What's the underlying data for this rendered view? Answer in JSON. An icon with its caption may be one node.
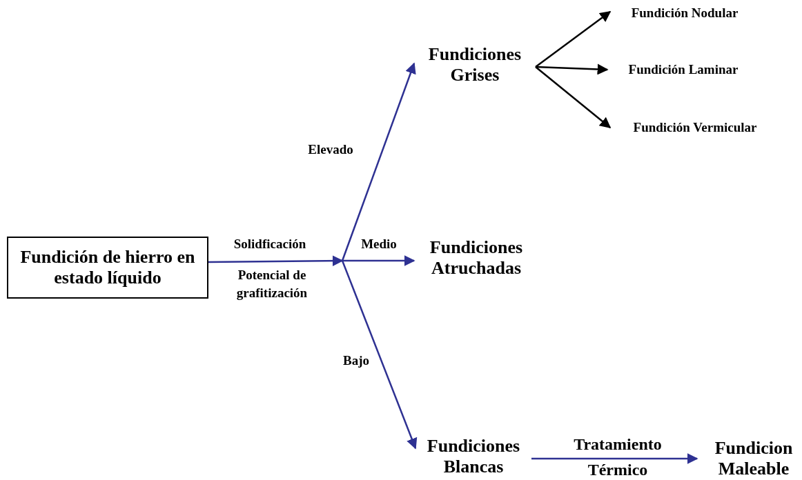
{
  "diagram": {
    "nodes": [
      {
        "text": [
          "Fundición de hierro en estado líquido"
        ]
      },
      {
        "text": [
          "Fundiciones Grises"
        ]
      },
      {
        "text": [
          "Fundiciones Atruchadas"
        ]
      },
      {
        "text": [
          "Fundiciones Blancas"
        ]
      },
      {
        "text": [
          "Fundición Nodular"
        ]
      },
      {
        "text": [
          "Fundición Laminar"
        ]
      },
      {
        "text": [
          "Fundición Vermicular"
        ]
      },
      {
        "text": [
          "Fundicion Maleable"
        ]
      }
    ],
    "edges": [
      {
        "from": 0,
        "to": 1,
        "arrow": "to",
        "label": "Elevado"
      },
      {
        "from": 0,
        "to": 2,
        "arrow": "to",
        "label": "Medio"
      },
      {
        "from": 0,
        "to": 3,
        "arrow": "to",
        "label": "Bajo"
      },
      {
        "from": 1,
        "to": 4,
        "arrow": "to",
        "color": "#000000"
      },
      {
        "from": 1,
        "to": 5,
        "arrow": "to",
        "color": "#000000"
      },
      {
        "from": 1,
        "to": 6,
        "arrow": "to",
        "color": "#000000"
      },
      {
        "from": 3,
        "to": 7,
        "arrow": "to",
        "label": "Tratamiento Térmico"
      }
    ],
    "labels": [
      "Solidficación",
      "Potencial de grafitización"
    ]
  }
}
